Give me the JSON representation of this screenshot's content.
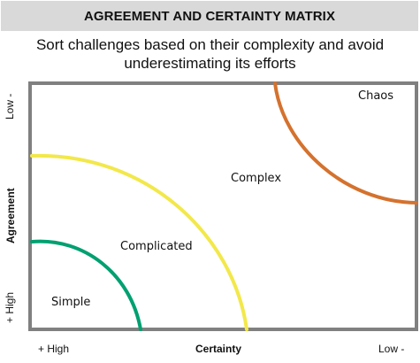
{
  "header": {
    "title": "AGREEMENT AND CERTAINTY MATRIX",
    "subtitle_line1": "Sort challenges based on their complexity and avoid",
    "subtitle_line2": "underestimating its efforts"
  },
  "axes": {
    "y_title": "Agreement",
    "y_top": "Low -",
    "y_bottom": "+ High",
    "x_title": "Certainty",
    "x_left": "+ High",
    "x_right": "Low -"
  },
  "regions": {
    "simple": "Simple",
    "complicated": "Complicated",
    "complex": "Complex",
    "chaos": "Chaos"
  },
  "colors": {
    "frame": "#808080",
    "title_bg": "#d9d9d9",
    "simple_curve": "#00a070",
    "complicated_curve": "#f2e84a",
    "chaos_curve": "#d4722e"
  }
}
